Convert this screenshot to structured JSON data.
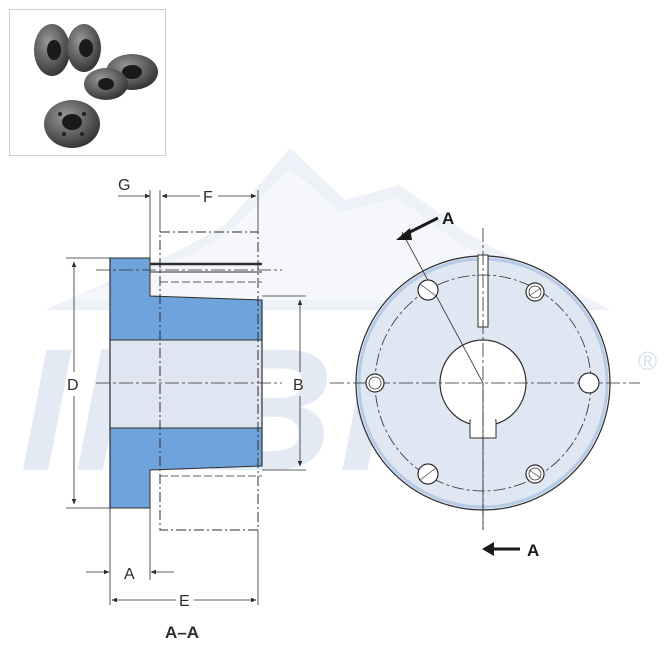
{
  "brand": {
    "watermark_text": "IRBIS",
    "registered_mark": "®"
  },
  "dimensions": {
    "G": "G",
    "F": "F",
    "D": "D",
    "B": "B",
    "A": "A",
    "E": "E"
  },
  "section": {
    "title": "A–A",
    "arrow_top_label": "A",
    "arrow_bottom_label": "A"
  },
  "colors": {
    "part_fill": "#6fa3dc",
    "part_light": "#dfe6f1",
    "watermark": "#e6ecf5",
    "outline": "#2d2d2d",
    "bore": "#ffffff"
  }
}
